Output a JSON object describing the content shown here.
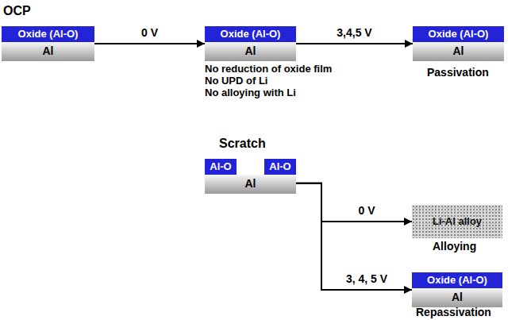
{
  "diagram": {
    "nodes": [
      {
        "text": [
          "Oxide (Al-O)",
          "Al"
        ]
      },
      {
        "text": [
          "Oxide (Al-O)",
          "Al"
        ]
      },
      {
        "text": [
          "Oxide (Al-O)",
          "Al"
        ]
      },
      {
        "text": [
          "Al-O",
          "Al-O",
          "Al"
        ]
      },
      {
        "text": [
          "Li-Al alloy"
        ]
      },
      {
        "text": [
          "Oxide (Al-O)",
          "Al"
        ]
      }
    ],
    "edges": [
      {
        "from": 0,
        "to": 1,
        "arrow": "to",
        "label": "0 V"
      },
      {
        "from": 1,
        "to": 2,
        "arrow": "to",
        "label": "3,4,5 V"
      },
      {
        "from": 3,
        "to": 4,
        "arrow": "to",
        "label": "0 V"
      },
      {
        "from": 3,
        "to": 5,
        "arrow": "to",
        "label": "3, 4, 5 V"
      }
    ],
    "labels": [
      "OCP",
      "No reduction of oxide film",
      "No UPD of Li",
      "No alloying with Li",
      "Passivation",
      "Scratch",
      "Alloying",
      "Repassivation"
    ]
  }
}
